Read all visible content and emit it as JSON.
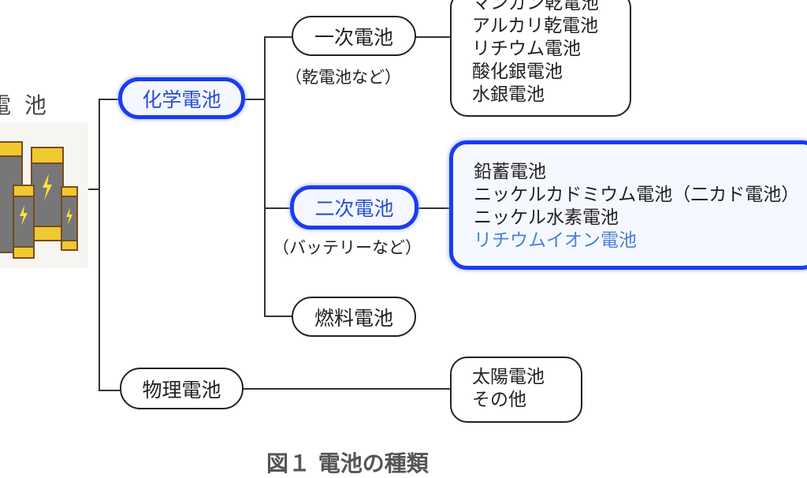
{
  "title": "電 池",
  "nodes": {
    "chemical": "化学電池",
    "primary": "一次電池",
    "primary_note": "（乾電池など）",
    "secondary": "二次電池",
    "secondary_note": "（バッテリーなど）",
    "fuel": "燃料電池",
    "physical": "物理電池"
  },
  "primary_list": [
    "マンガン乾電池",
    "アルカリ乾電池",
    "リチウム電池",
    "酸化銀電池",
    "水銀電池"
  ],
  "secondary_list": [
    "鉛蓄電池",
    "ニッケルカドミウム電池（二カド電池）",
    "ニッケル水素電池",
    "リチウムイオン電池"
  ],
  "physical_list": [
    "太陽電池",
    "その他"
  ],
  "caption": "図１ 電池の種類",
  "colors": {
    "highlight": "#1a3cf0",
    "highlight_text": "#4a7fd8"
  }
}
